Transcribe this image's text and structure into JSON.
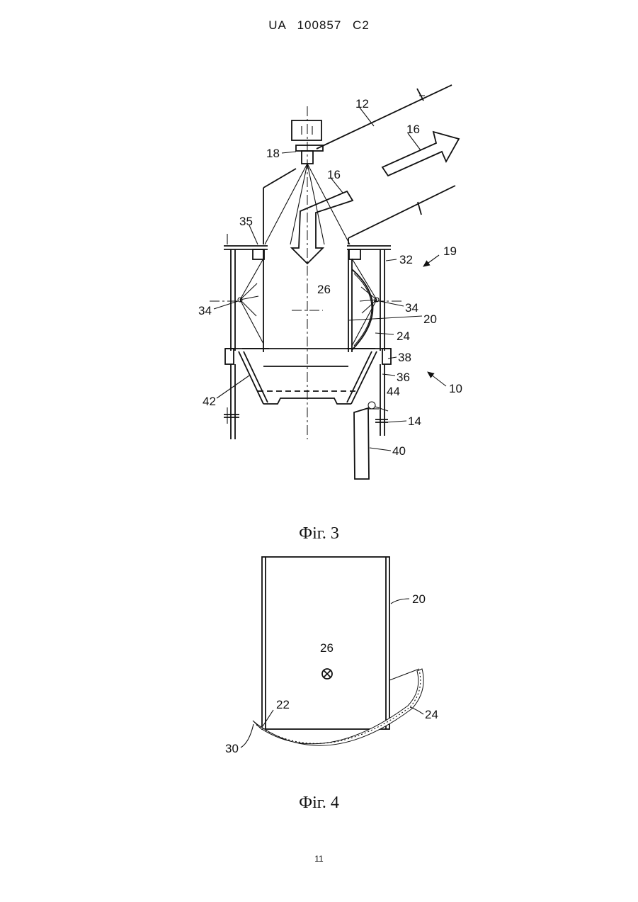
{
  "header": {
    "text": "UA   100857   C2"
  },
  "figure3": {
    "caption": "Фіг. 3",
    "labels": {
      "l12": "12",
      "l16a": "16",
      "l16b": "16",
      "l18": "18",
      "l35": "35",
      "l19": "19",
      "l32": "32",
      "l26": "26",
      "l34a": "34",
      "l34b": "34",
      "l20": "20",
      "l24": "24",
      "l38": "38",
      "l36": "36",
      "l10": "10",
      "l42": "42",
      "l44": "44",
      "l14": "14",
      "l40": "40"
    }
  },
  "figure4": {
    "caption": "Фіг. 4",
    "labels": {
      "l20": "20",
      "l26": "26",
      "l22": "22",
      "l24": "24",
      "l30": "30"
    }
  },
  "page_number": "11"
}
